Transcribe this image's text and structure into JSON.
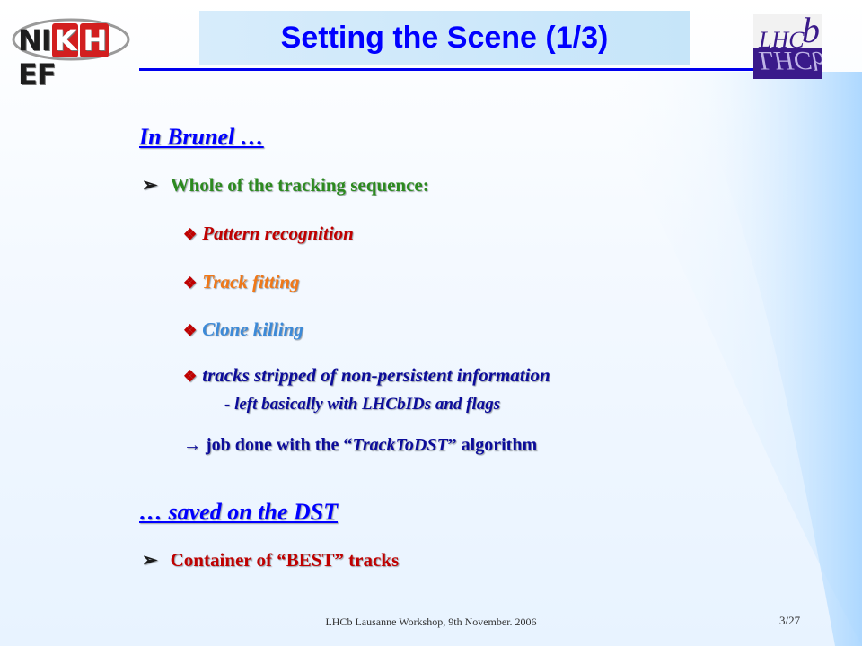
{
  "title": "Setting the Scene (1/3)",
  "logos": {
    "left": {
      "text_pre": "NI",
      "text_box": "K",
      "text_mid": "H",
      "text_post": "EF"
    },
    "right": {
      "text_main": "LHC",
      "text_b": "b"
    }
  },
  "section1": {
    "heading": "In Brunel …",
    "bullet": {
      "marker": "➢",
      "text": "Whole of the tracking sequence:"
    },
    "subitems": [
      {
        "marker": "❖",
        "text": "Pattern recognition",
        "color": "#c00000"
      },
      {
        "marker": "❖",
        "text": "Track fitting",
        "color": "#f07818"
      },
      {
        "marker": "❖",
        "text": "Clone killing",
        "color": "#3c8ad8"
      },
      {
        "marker": "❖",
        "text": "tracks stripped of non-persistent information",
        "color": "#0c0c9a"
      }
    ],
    "subnote": "- left basically with LHCbIDs and flags",
    "arrow_line": {
      "marker": "→",
      "pre": "job done with the “",
      "emph": "TrackToDST",
      "post": "” algorithm"
    }
  },
  "section2": {
    "heading": "… saved on the DST",
    "bullet": {
      "marker": "➢",
      "text": "Container of “BEST” tracks"
    }
  },
  "footer": {
    "text": "LHCb Lausanne Workshop, 9th November. 2006",
    "page": "3/27"
  },
  "colors": {
    "title": "#0000ff",
    "heading": "#0000ff",
    "green": "#2c8a1f",
    "red": "#c00000",
    "orange": "#f07818",
    "lightblue": "#3c8ad8",
    "navy": "#0c0c9a"
  }
}
